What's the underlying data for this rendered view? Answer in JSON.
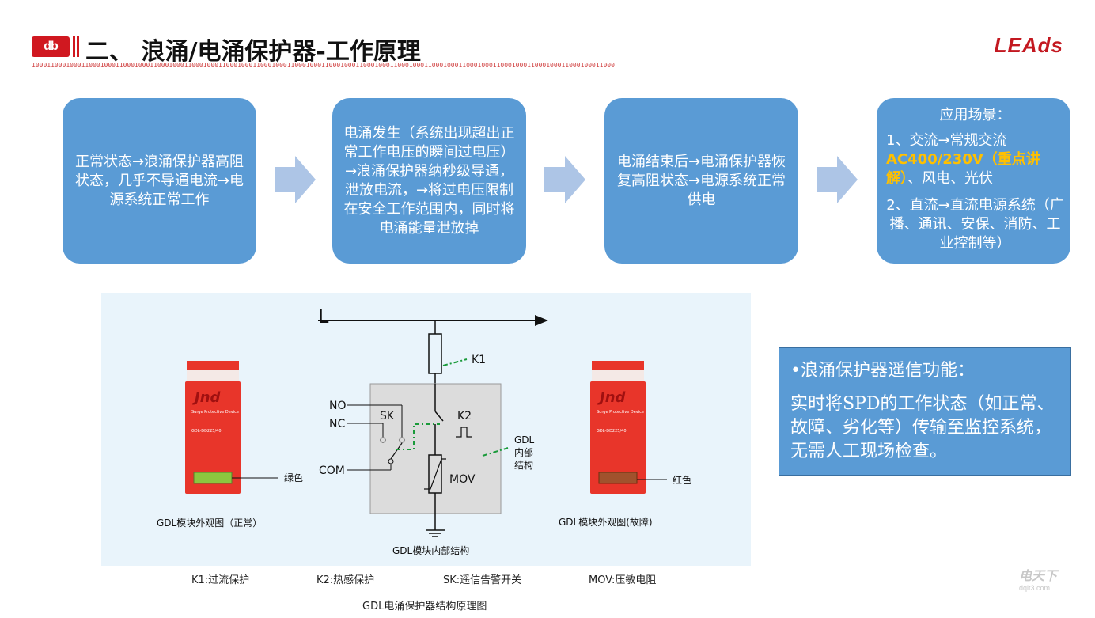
{
  "header": {
    "logo_text": "db",
    "title": "二、 浪涌/电涌保护器-工作原理",
    "binary_strip": "100011000100011000100011000100011000100011000100011000100011000100011000100011000100011000100011000100011000100011000100011000100011000100011000100011000",
    "brand": "LEAds"
  },
  "steps": [
    {
      "text": "正常状态→浪涌保护器高阻状态，几乎不导通电流→电源系统正常工作"
    },
    {
      "text": "电涌发生（系统出现超出正常工作电压的瞬间过电压）→浪涌保护器纳秒级导通，泄放电流，→将过电压限制在安全工作范围内，同时将电涌能量泄放掉"
    },
    {
      "text": "电涌结束后→电涌保护器恢复高阻状态→电源系统正常供电"
    }
  ],
  "step4": {
    "title": "应用场景：",
    "line1_prefix": "1、交流→常规交流",
    "line1_highlight": "AC400/230V（重点讲解）",
    "line1_suffix": "、风电、光伏",
    "line2": "2、直流→直流电源系统（广播、通讯、安保、消防、工业控制等）"
  },
  "diagram": {
    "line_label": "L",
    "k1": "K1",
    "k2": "K2",
    "sk": "SK",
    "no": "NO",
    "nc": "NC",
    "com": "COM",
    "mov": "MOV",
    "gdl_inner": "GDL\n内部\n结构",
    "gdl_inner_1": "GDL",
    "gdl_inner_2": "内部",
    "gdl_inner_3": "结构",
    "inner_caption": "GDL模块内部结构",
    "left_module_caption": "GDL模块外观图（正常）",
    "right_module_caption": "GDL模块外观图(故障)",
    "left_indicator": "绿色",
    "right_indicator": "红色",
    "module_brand": "Jnd",
    "module_sub": "Surge Protective Device",
    "module_model": "GDL-DD225/40",
    "left_window_color": "#8cc63f",
    "right_window_color": "#a0522d",
    "module_color": "#e8352a"
  },
  "legend": {
    "k1": "K1:过流保护",
    "k2": "K2:热感保护",
    "sk": "SK:遥信告警开关",
    "mov": "MOV:压敏电阻"
  },
  "caption": "GDL电涌保护器结构原理图",
  "info": {
    "title": "•浪涌保护器遥信功能：",
    "body": "实时将SPD的工作状态（如正常、故障、劣化等）传输至监控系统，无需人工现场检查。"
  },
  "watermark": {
    "name": "电天下",
    "url": "dqlt3.com"
  },
  "colors": {
    "accent_blue": "#5a9bd5",
    "arrow_blue": "#adc5e6",
    "brand_red": "#c31820",
    "highlight": "#ffc000"
  }
}
